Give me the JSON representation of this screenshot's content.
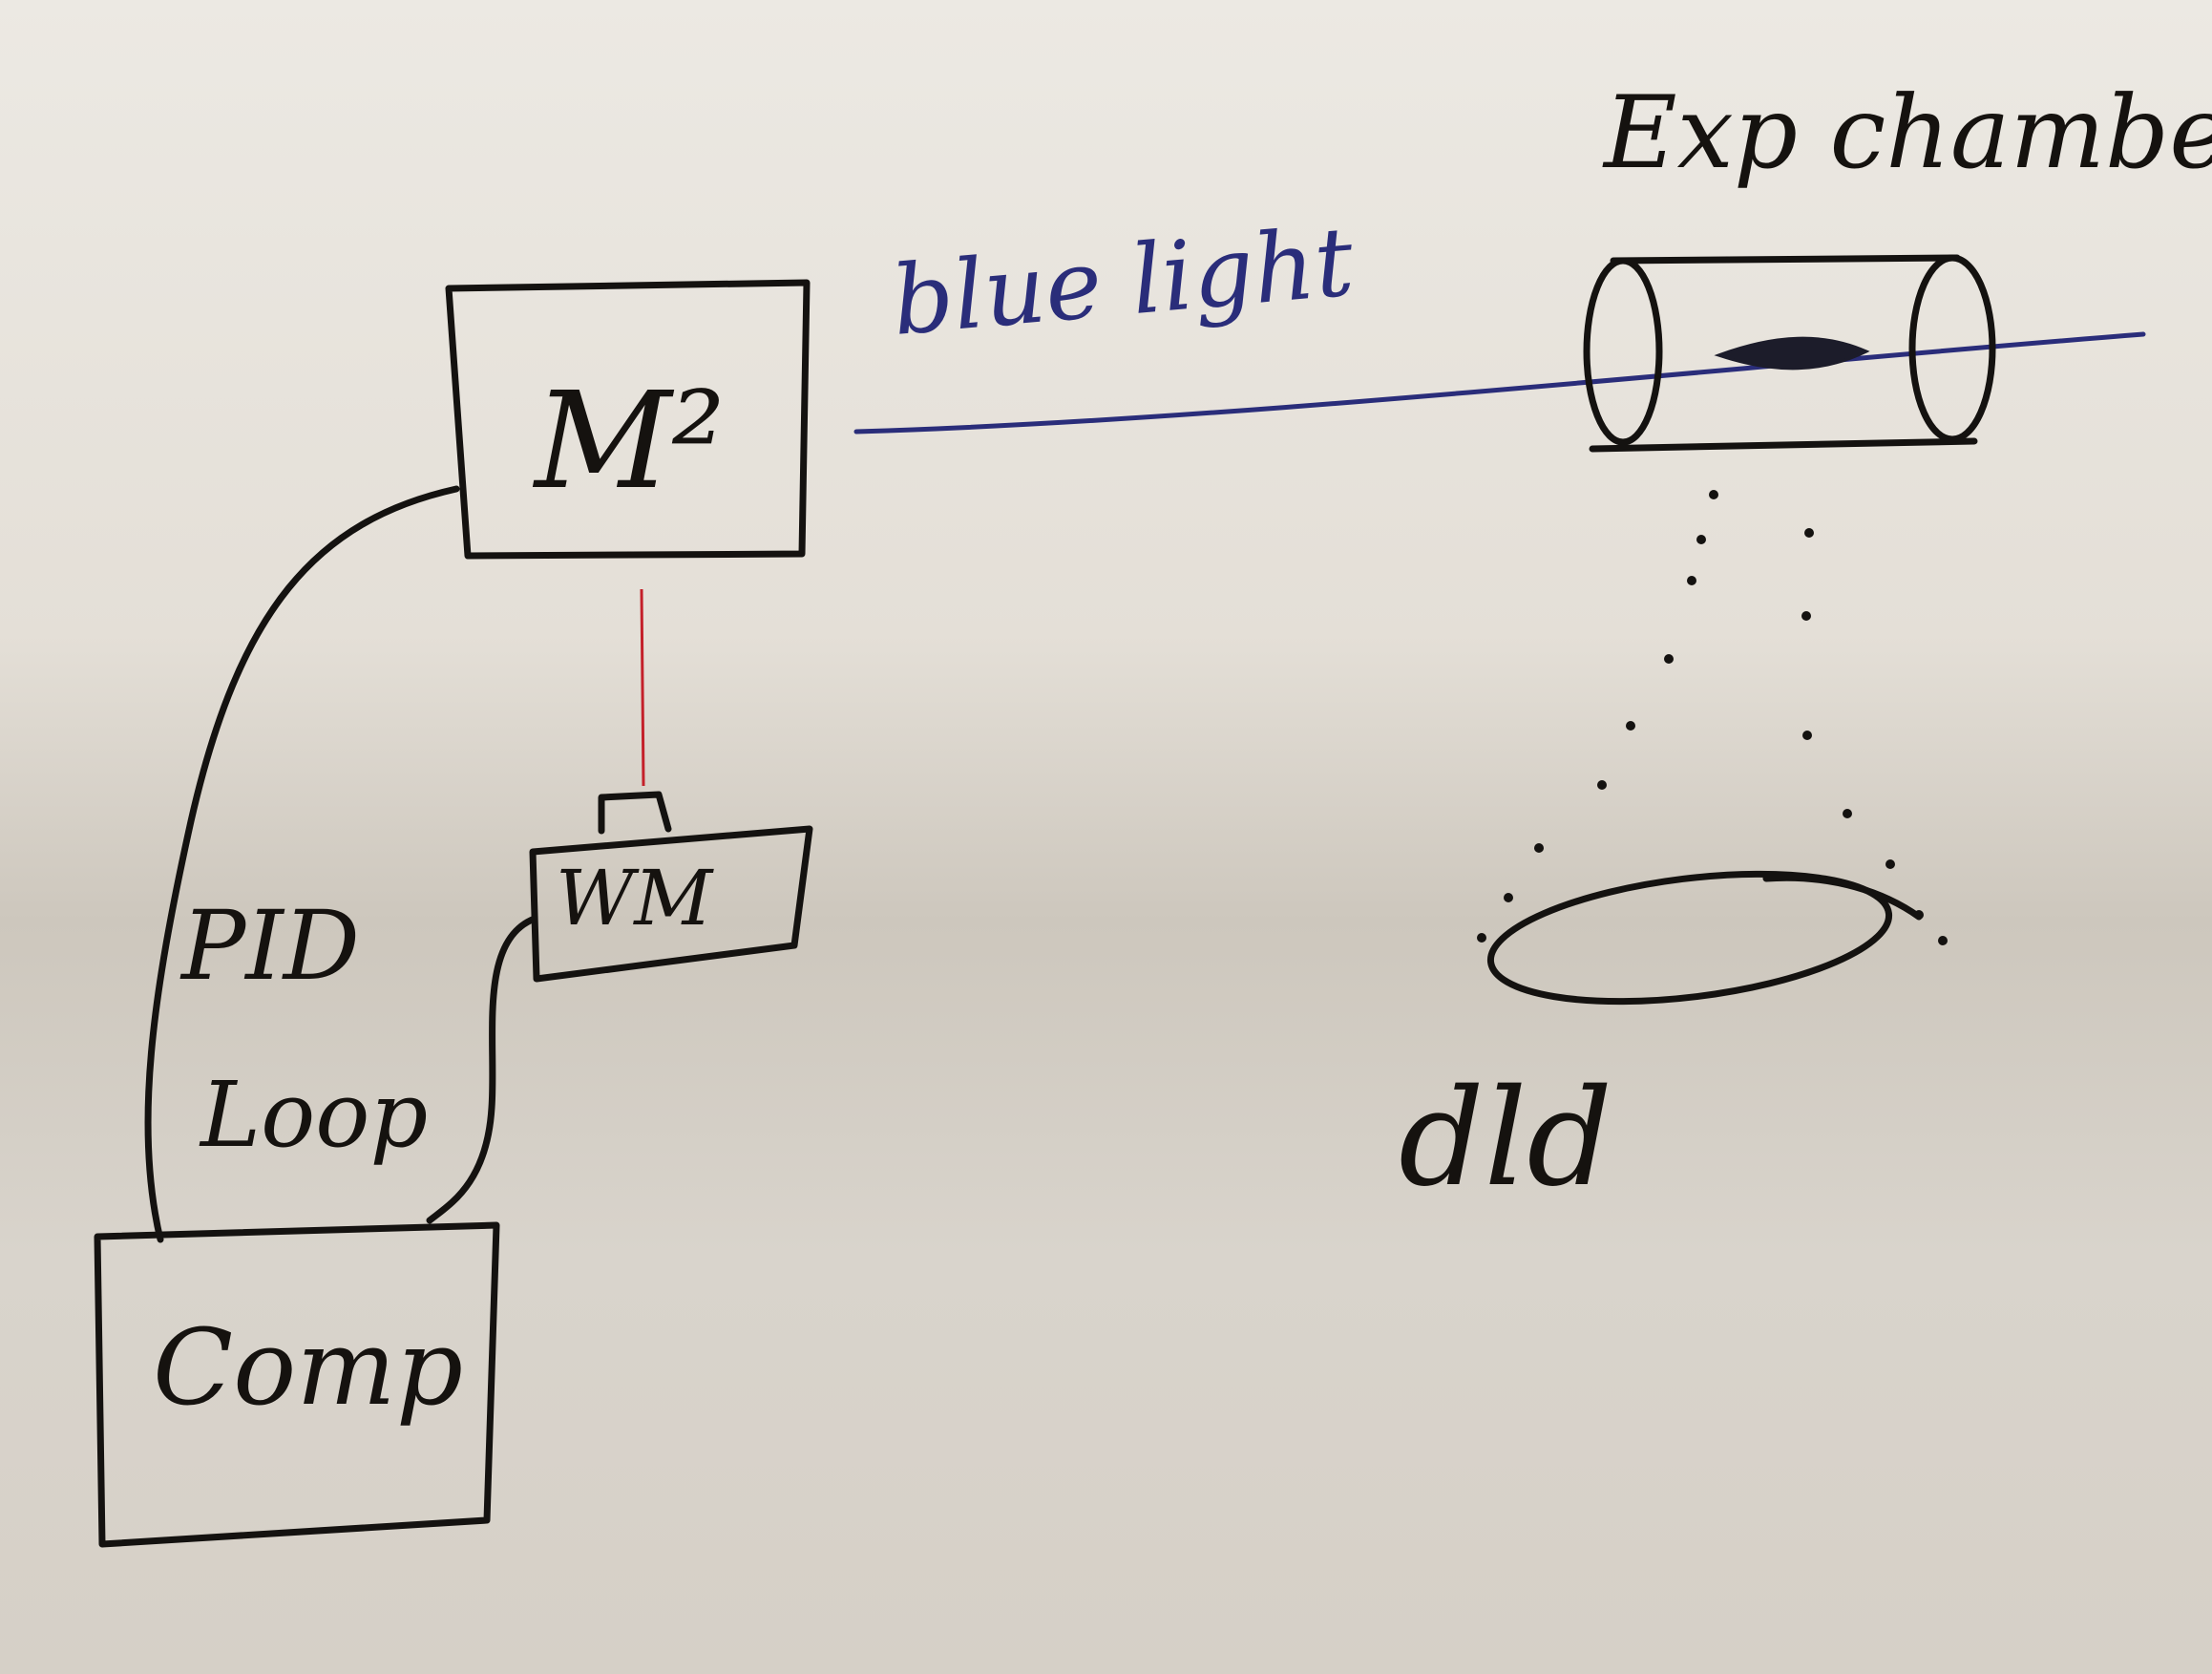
{
  "labels": {
    "m2": "M²",
    "wm": "WM",
    "pid": "PID",
    "loop": "Loop",
    "comp": "Comp",
    "blue_light": "blue light",
    "exp_chamber": "Exp chamber",
    "dld": "dld"
  },
  "colors": {
    "paper_top": "#ece9e3",
    "paper_shadow": "#cbc5bb",
    "ink": "#141210",
    "blue_beam": "#2a2d7a",
    "red_beam": "#c4202a"
  }
}
